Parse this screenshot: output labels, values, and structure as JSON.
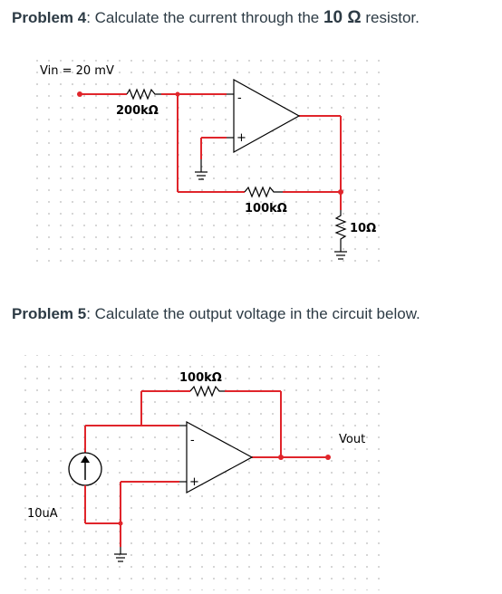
{
  "problem4": {
    "title_bold": "Problem 4",
    "title_text": ": Calculate the current through the ",
    "title_value": "10 Ω",
    "title_tail": " resistor.",
    "vin_label": "Vin = 20 mV",
    "r1_label": "200kΩ",
    "rf_label": "100kΩ",
    "rload_label": "10Ω",
    "minus_sign": "-",
    "plus_sign": "+"
  },
  "problem5": {
    "title_bold": "Problem 5",
    "title_text": ": Calculate the output voltage in the circuit below.",
    "rf_label": "100kΩ",
    "source_label": "10uA",
    "vout_label": "Vout",
    "minus_sign": "-",
    "plus_sign": "+"
  },
  "colors": {
    "wire": "#e0252b",
    "component": "#000000",
    "grid_dot": "#b8b8b8",
    "grid_panel": "#fafafa"
  }
}
